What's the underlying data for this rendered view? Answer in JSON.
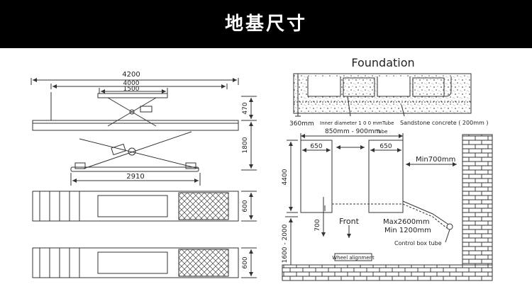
{
  "header": {
    "title": "地基尺寸"
  },
  "side_view": {
    "dim_overall": "4200",
    "dim_inner": "4000",
    "dim_top": "1500",
    "dim_base": "2910",
    "dim_height_pit": "470",
    "dim_height_max": "1800"
  },
  "plan_view_1": {
    "dim_width": "600"
  },
  "plan_view_2": {
    "dim_width": "600"
  },
  "foundation": {
    "title": "Foundation",
    "label_depth": "360mm",
    "label_tube": "Inner diameter 1 0 0 mmTube",
    "label_concrete": "Sandstone concrete ( 200mm )"
  },
  "layout": {
    "dim_center": "850mm - 900mm",
    "dim_center_unit": "Tube",
    "dim_pit_left": "650",
    "dim_pit_right": "650",
    "dim_length": "4400",
    "dim_front": "700",
    "dim_wall_range": "1600 - 2000",
    "min_distance": "Min700mm",
    "label_front": "Front",
    "max_label": "Max2600mm",
    "min_label": "Min 1200mm",
    "control_box": "Control box tube",
    "wheel_alignment": "Wheel alignment"
  },
  "colors": {
    "header_bg": "#000000",
    "header_text": "#ffffff",
    "line": "#333333"
  }
}
